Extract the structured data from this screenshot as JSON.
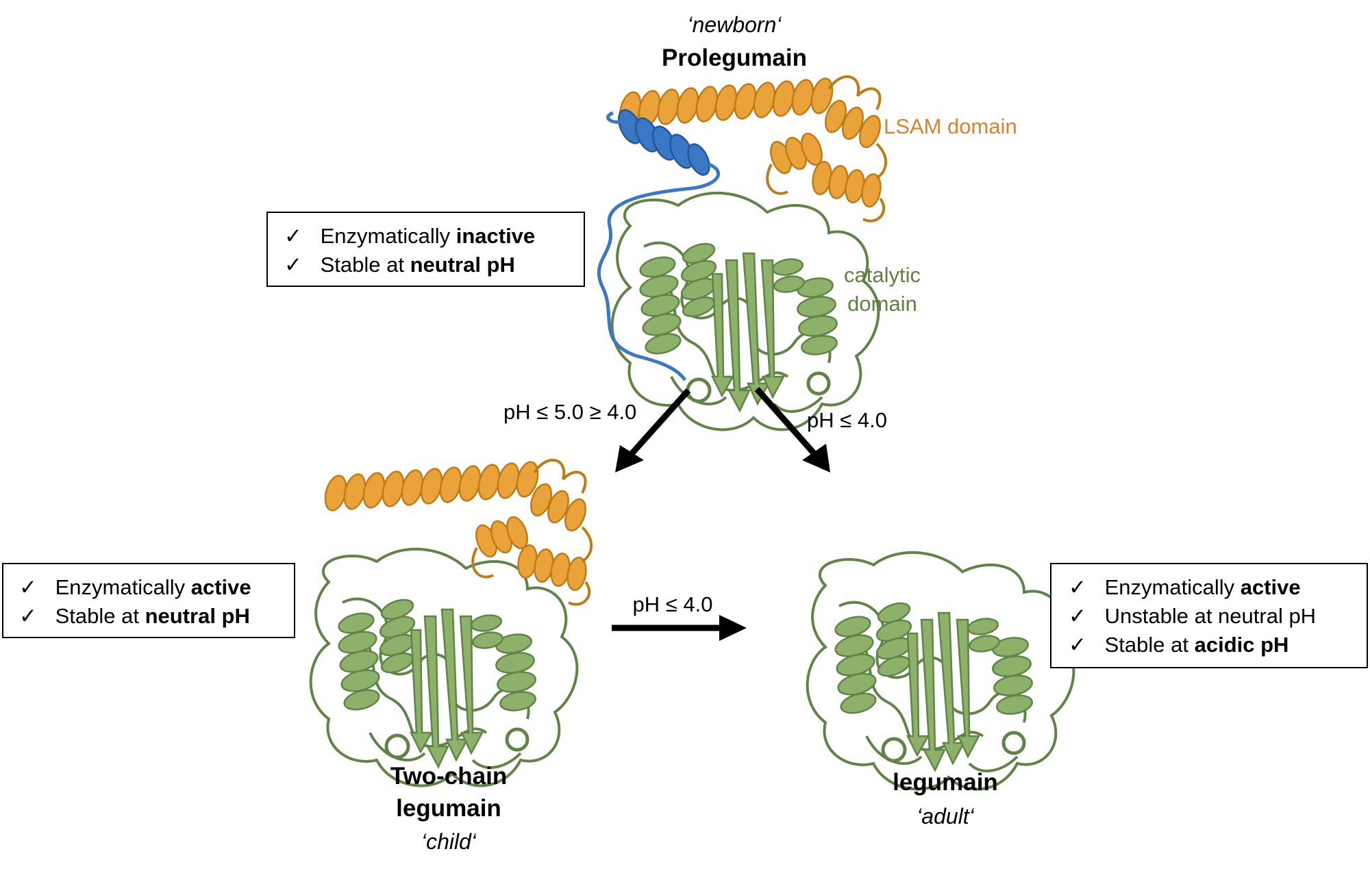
{
  "colors": {
    "lsam": "#E8A030",
    "lsam_text": "#D9822B",
    "propeptide": "#3A78C6",
    "catalytic": "#7FA35F",
    "catalytic_dark": "#5F8446",
    "catalytic_text": "#5E7F3F",
    "ink": "#000000"
  },
  "stages": {
    "prolegumain": {
      "nickname": "‘newborn‘",
      "name": "Prolegumain"
    },
    "two_chain": {
      "name_line1": "Two-chain",
      "name_line2": "legumain",
      "nickname": "‘child‘"
    },
    "legumain": {
      "name": "legumain",
      "nickname": "‘adult‘"
    }
  },
  "domain_labels": {
    "lsam": "LSAM domain",
    "catalytic_line1": "catalytic",
    "catalytic_line2": "domain"
  },
  "transitions": {
    "pro_to_two_chain": "pH ≤ 5.0 ≥ 4.0",
    "pro_to_legumain": "pH ≤ 4.0",
    "two_chain_to_legumain": "pH ≤ 4.0"
  },
  "boxes": {
    "prolegumain": {
      "line1": {
        "check": "✓",
        "pre": "Enzymatically ",
        "bold": "inactive"
      },
      "line2": {
        "check": "✓",
        "pre": "Stable at ",
        "bold": "neutral pH"
      }
    },
    "two_chain": {
      "line1": {
        "check": "✓",
        "pre": "Enzymatically ",
        "bold": "active"
      },
      "line2": {
        "check": "✓",
        "pre": "Stable at ",
        "bold": "neutral pH"
      }
    },
    "legumain": {
      "line1": {
        "check": "✓",
        "pre": "Enzymatically ",
        "bold": "active"
      },
      "line2": {
        "check": "✓",
        "pre": "Unstable at neutral pH",
        "bold": ""
      },
      "line3": {
        "check": "✓",
        "pre": "Stable at ",
        "bold": "acidic pH"
      }
    }
  }
}
